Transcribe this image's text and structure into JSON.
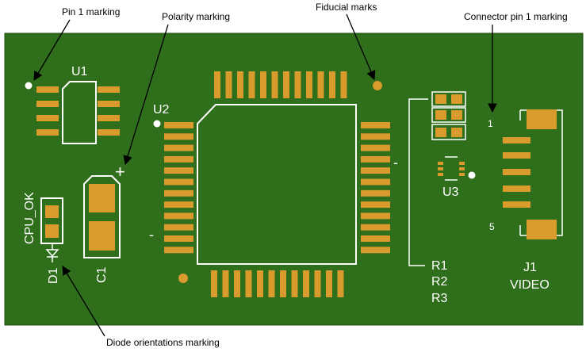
{
  "colors": {
    "board": "#2f6e1b",
    "board_edge": "#1e4f11",
    "pad": "#d99a2e",
    "silkscreen": "#ffffff",
    "arrow": "#000000"
  },
  "callouts": {
    "pin1": "Pin 1 marking",
    "polarity": "Polarity marking",
    "fiducial": "Fiducial marks",
    "connector_pin1": "Connector pin 1 marking",
    "diode": "Diode orientations marking"
  },
  "silkscreen": {
    "u1": "U1",
    "u2": "U2",
    "u3": "U3",
    "c1": "C1",
    "d1": "D1",
    "cpu_ok": "CPU_OK",
    "plus": "+",
    "minus_left": "-",
    "minus_right": "-",
    "r1": "R1",
    "r2": "R2",
    "r3": "R3",
    "j1": "J1",
    "video": "VIDEO",
    "pin_1": "1",
    "pin_5": "5"
  }
}
